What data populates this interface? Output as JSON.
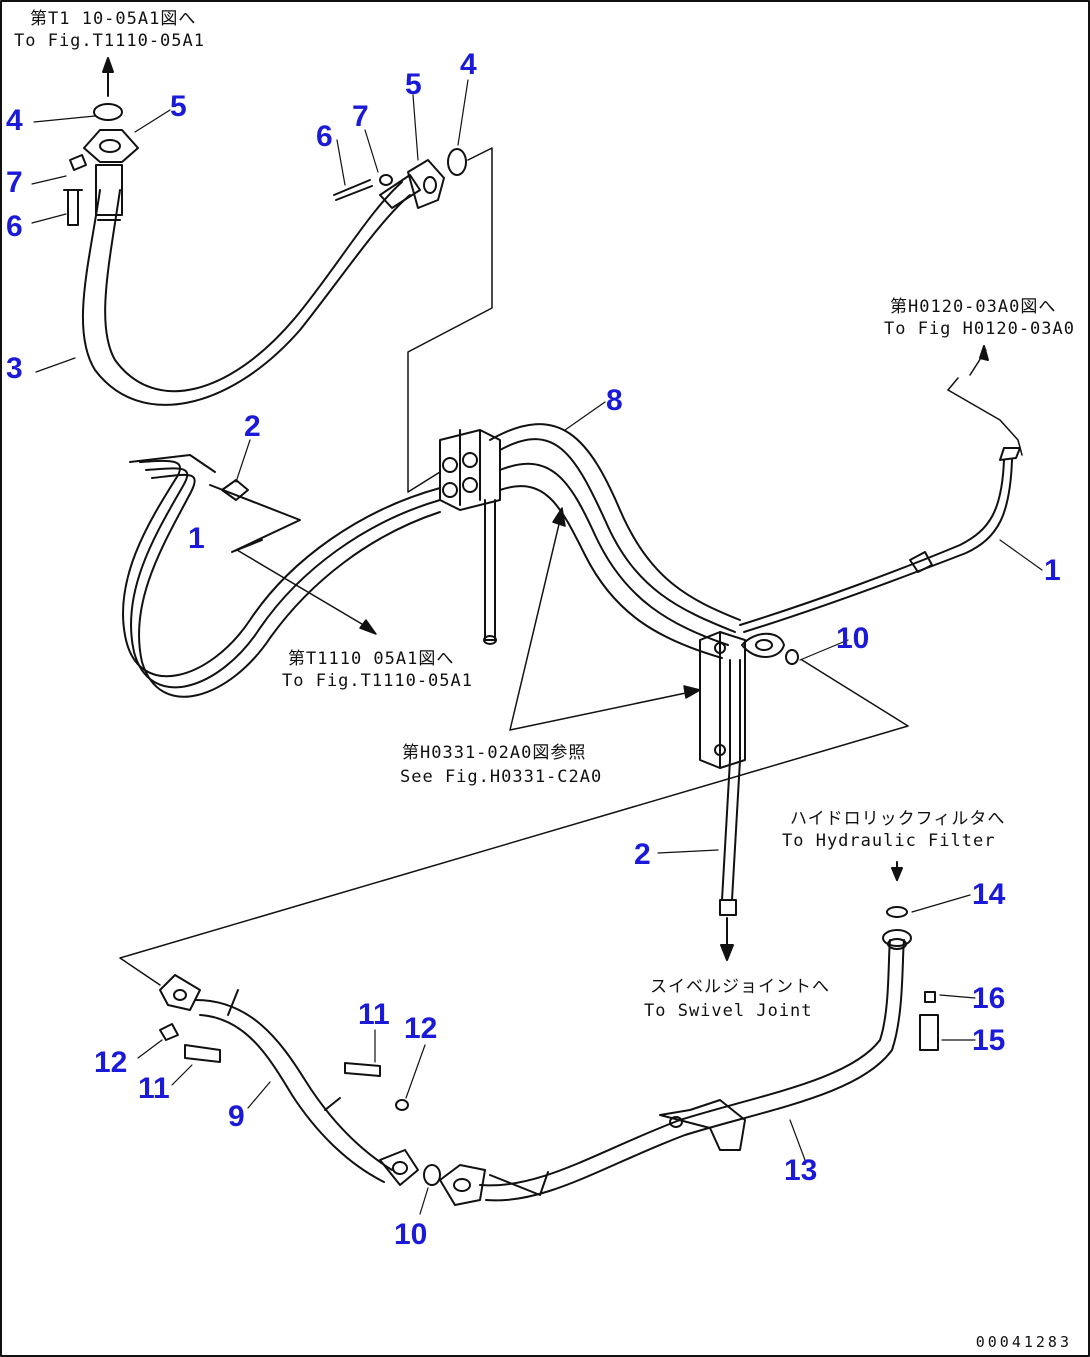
{
  "references": {
    "top_left": {
      "jp": "第T1 10-05A1図へ",
      "en": "To Fig.T1110-05A1"
    },
    "top_right": {
      "jp": "第H0120-03A0図へ",
      "en": "To Fig H0120-03A0"
    },
    "middle_left": {
      "jp": "第T1110 05A1図へ",
      "en": "To Fig.T1110-05A1"
    },
    "middle_center": {
      "jp": "第H0331-02A0図参照",
      "en": "See Fig.H0331-C2A0"
    },
    "hydraulic_filter": {
      "jp": "ハイドロリックフィルタへ",
      "en": "To Hydraulic Filter"
    },
    "swivel_joint": {
      "jp": "スイベルジョイントへ",
      "en": "To Swivel Joint"
    }
  },
  "callouts": {
    "c4a": "4",
    "c5a": "5",
    "c7a": "7",
    "c6a": "6",
    "c3": "3",
    "c6b": "6",
    "c7b": "7",
    "c5b": "5",
    "c4b": "4",
    "c2a": "2",
    "c1a": "1",
    "c8": "8",
    "c1b": "1",
    "c10a": "10",
    "c2b": "2",
    "c14": "14",
    "c16": "16",
    "c15": "15",
    "c11a": "11",
    "c12a": "12",
    "c12b": "12",
    "c11b": "11",
    "c9": "9",
    "c13": "13",
    "c10b": "10"
  },
  "doc_number": "00041283",
  "colors": {
    "callout": "#1a1ad8",
    "line": "#111111",
    "background": "#ffffff"
  }
}
